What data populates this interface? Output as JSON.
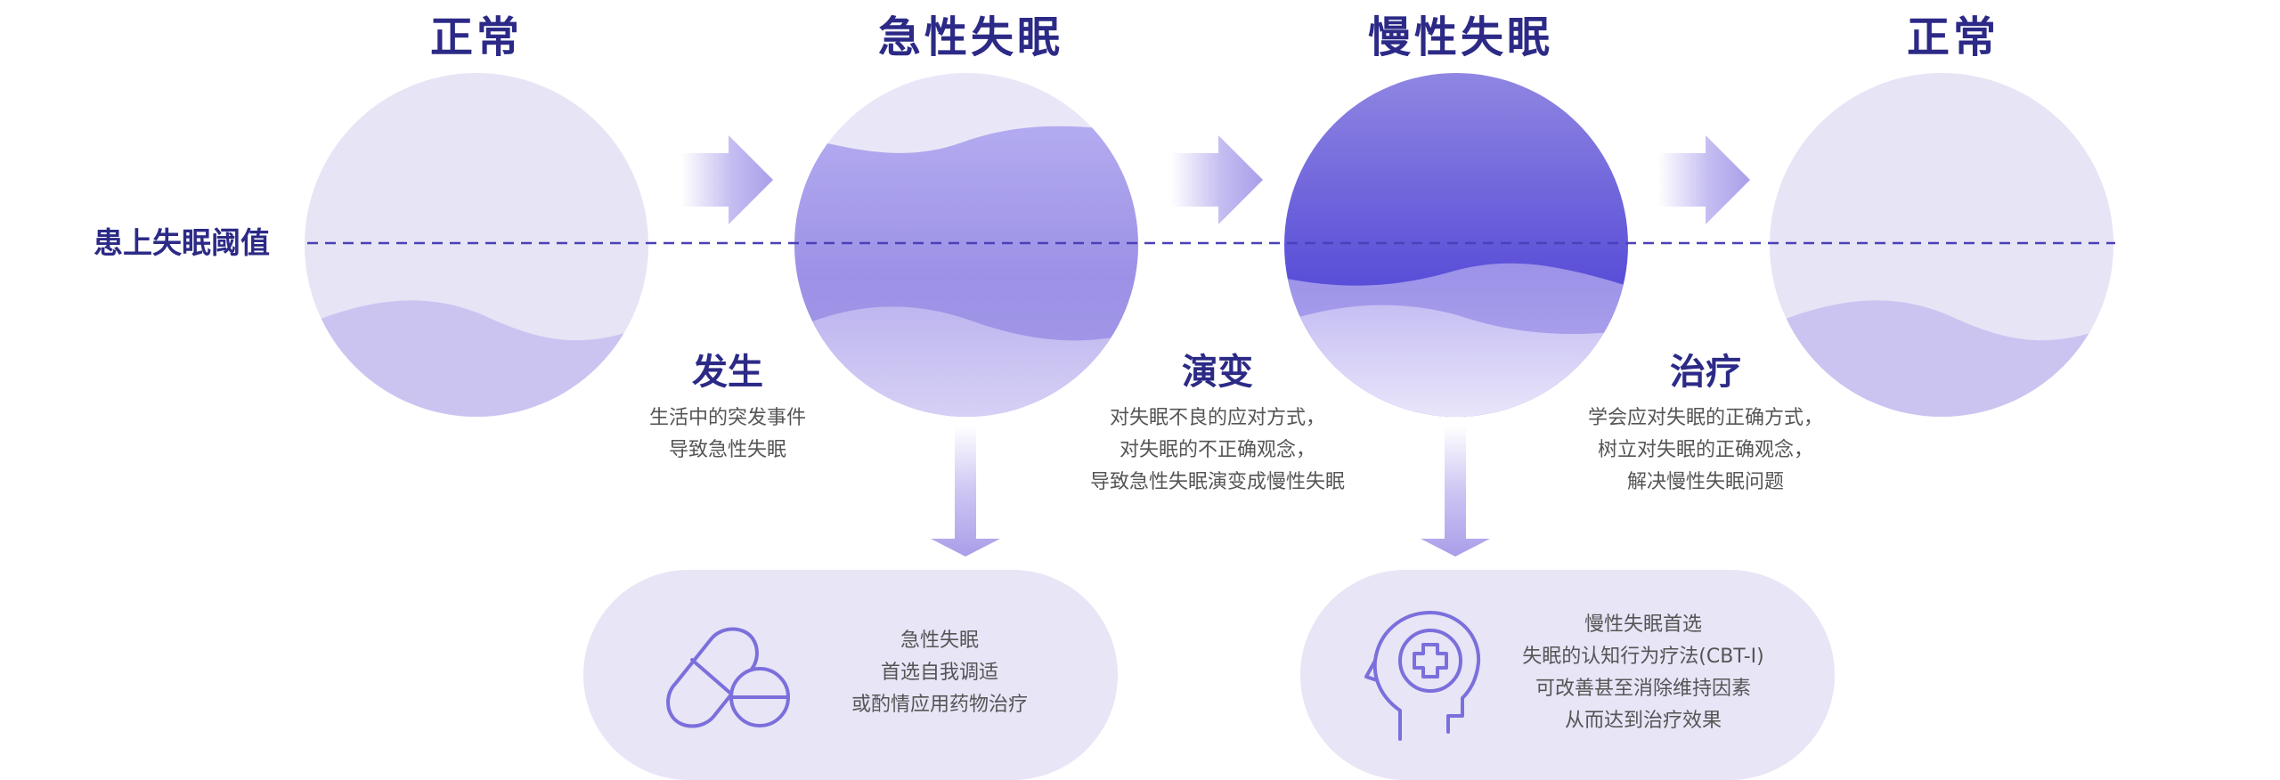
{
  "stages": [
    {
      "title": "正常"
    },
    {
      "title": "急性失眠"
    },
    {
      "title": "慢性失眠"
    },
    {
      "title": "正常"
    }
  ],
  "threshold_label": "患上失眠阈值",
  "steps": [
    {
      "title": "发生",
      "desc": [
        "生活中的突发事件",
        "导致急性失眠"
      ]
    },
    {
      "title": "演变",
      "desc": [
        "对失眠不良的应对方式，",
        "对失眠的不正确观念，",
        "导致急性失眠演变成慢性失眠"
      ]
    },
    {
      "title": "治疗",
      "desc": [
        "学会应对失眠的正确方式，",
        "树立对失眠的正确观念，",
        "解决慢性失眠问题"
      ]
    }
  ],
  "treatments": [
    {
      "icon": "pill-capsule-icon",
      "lines": [
        "急性失眠",
        "首选自我调适",
        "或酌情应用药物治疗"
      ]
    },
    {
      "icon": "head-medical-cross-icon",
      "lines": [
        "慢性失眠首选",
        "失眠的认知行为疗法(CBT-I)",
        "可改善甚至消除维持因素",
        "从而达到治疗效果"
      ]
    }
  ],
  "colors": {
    "title": "#2c2a86",
    "circle_light": "#e6e4f5",
    "wave_light": "#c9c2f1",
    "accent": "#6a5ee0",
    "deep": "#5a4fd8",
    "pill_bg": "#e7e5f6",
    "icon_stroke": "#7b6fdc",
    "text": "#555555"
  }
}
